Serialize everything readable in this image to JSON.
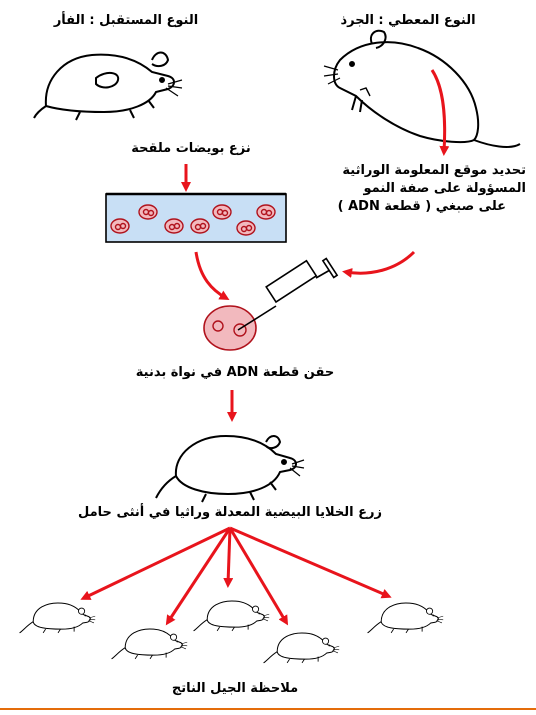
{
  "labels": {
    "donor_title": "النوع المعطي : الجرذ",
    "recipient_title": "النوع المستقبل : الفأر",
    "extract_eggs": "نزع بويضات ملقحة",
    "locate_gene_1": "تحديد موقع المعلومة الوراثية",
    "locate_gene_2": "المسؤولة على صفة النمو",
    "locate_gene_3": "على صبغي ( قطعة ADN )",
    "inject_dna": "حقن قطعة ADN في نواة بدنية",
    "implant_cells": "زرع الخلايا البيضية المعدلة وراثيا في أنثى حامل",
    "observe_offspring": "ملاحظة الجيل الناتج"
  },
  "colors": {
    "arrow": "#e8141c",
    "dish_fill": "#c8dff5",
    "cell_fill": "#f2b9be",
    "cell_stroke": "#b0121c",
    "rule": "#e46c0a"
  }
}
